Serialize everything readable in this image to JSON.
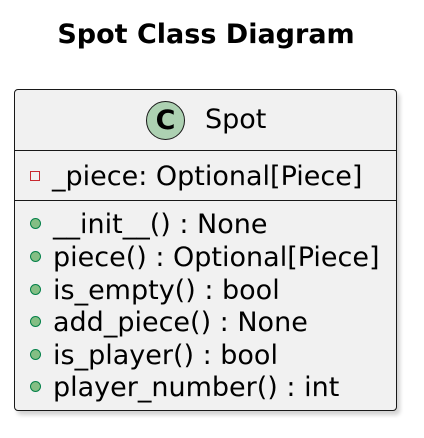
{
  "diagram": {
    "title": "Spot Class Diagram",
    "class": {
      "stereotype_letter": "C",
      "name": "Spot",
      "attributes": [
        {
          "visibility": "private",
          "text": "_piece: Optional[Piece]"
        }
      ],
      "methods": [
        {
          "visibility": "public",
          "text": "__init__() : None"
        },
        {
          "visibility": "public",
          "text": "piece() : Optional[Piece]"
        },
        {
          "visibility": "public",
          "text": "is_empty() : bool"
        },
        {
          "visibility": "public",
          "text": "add_piece() : None"
        },
        {
          "visibility": "public",
          "text": "is_player() : bool"
        },
        {
          "visibility": "public",
          "text": "player_number() : int"
        }
      ]
    },
    "colors": {
      "class_background": "#f1f1f1",
      "border": "#181818",
      "stereotype_circle": "#add1b2",
      "private_marker": "#c82930",
      "public_marker_fill": "#84be84",
      "public_marker_border": "#038048"
    }
  }
}
